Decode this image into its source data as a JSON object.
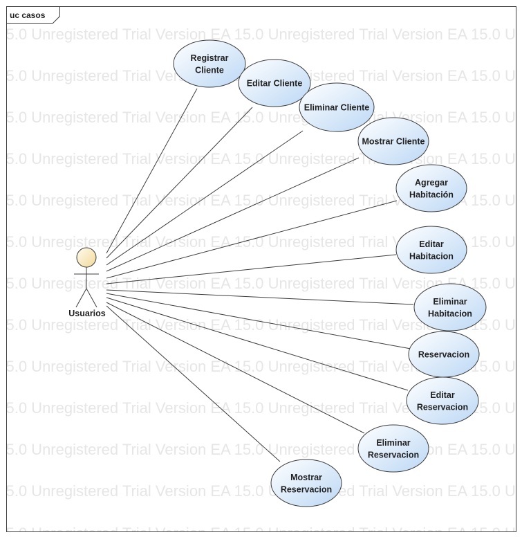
{
  "frame": {
    "title": "uc casos"
  },
  "watermark": {
    "text": "EA 15.0 Unregistered Trial Version EA 15.0 Unregistered Trial Version EA 15.0 Unregistered Trial Version"
  },
  "actor": {
    "name": "Usuarios"
  },
  "colors": {
    "ellipse_fill_top": "#ffffff",
    "ellipse_fill_bottom": "#bcd8f5",
    "ellipse_stroke": "#3c3c3c",
    "actor_head_top": "#fffbef",
    "actor_head_bottom": "#f2d99a",
    "line": "#3c3c3c",
    "watermark": "#e6e6e6"
  },
  "use_cases": [
    {
      "id": "registrar-cliente",
      "lines": [
        "Registrar",
        "Cliente"
      ]
    },
    {
      "id": "editar-cliente",
      "lines": [
        "Editar Cliente"
      ]
    },
    {
      "id": "eliminar-cliente",
      "lines": [
        "Eliminar Cliente"
      ]
    },
    {
      "id": "mostrar-cliente",
      "lines": [
        "Mostrar Cliente"
      ]
    },
    {
      "id": "agregar-habitacion",
      "lines": [
        "Agregar",
        "Habitación"
      ]
    },
    {
      "id": "editar-habitacion",
      "lines": [
        "Editar",
        "Habitacion"
      ]
    },
    {
      "id": "eliminar-habitacion",
      "lines": [
        "Eliminar",
        "Habitacion"
      ]
    },
    {
      "id": "reservacion",
      "lines": [
        "Reservacion"
      ]
    },
    {
      "id": "editar-reservacion",
      "lines": [
        "Editar",
        "Reservacion"
      ]
    },
    {
      "id": "eliminar-reservacion",
      "lines": [
        "Eliminar",
        "Reservacion"
      ]
    },
    {
      "id": "mostrar-reservacion",
      "lines": [
        "Mostrar",
        "Reservacion"
      ]
    }
  ]
}
